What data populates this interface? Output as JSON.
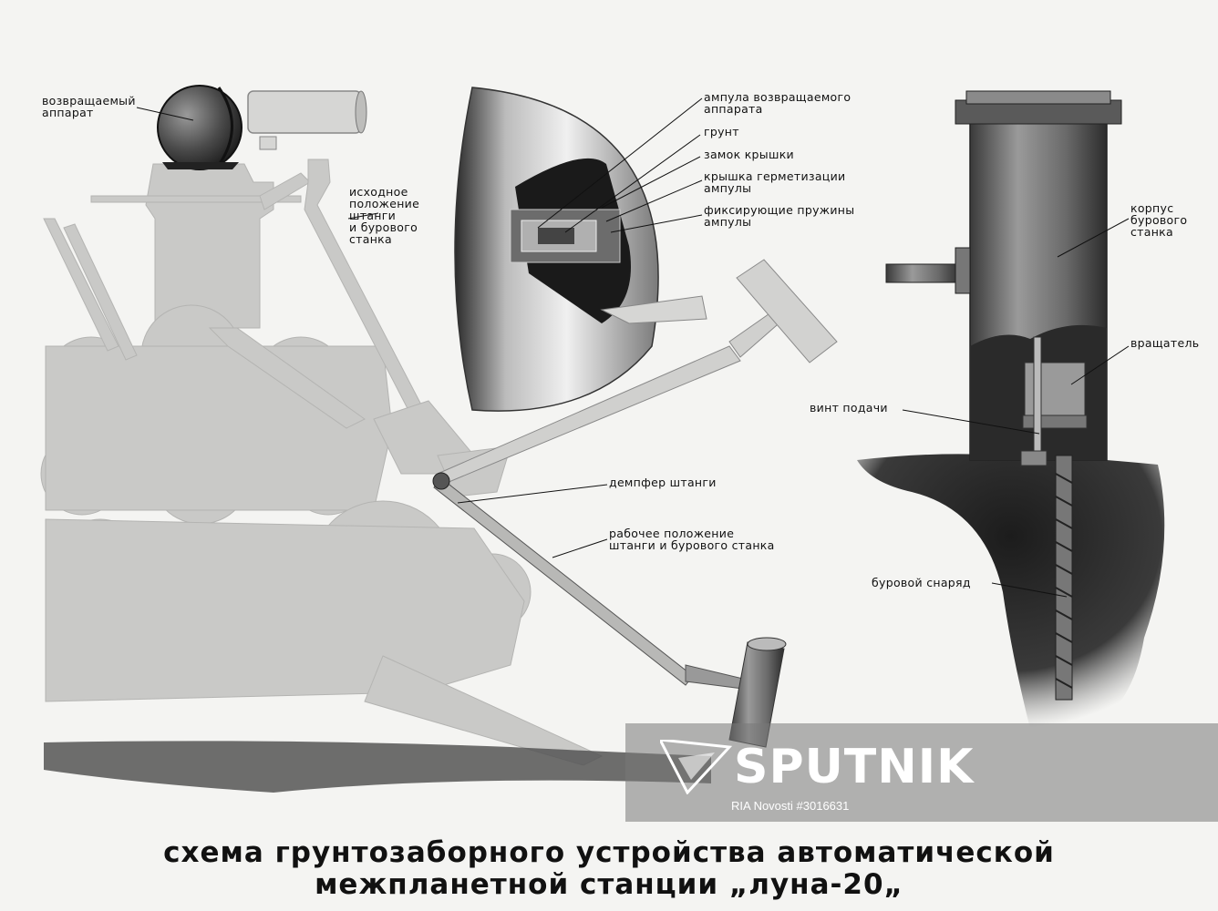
{
  "labels": {
    "vozvrashchaemy": "возвращаемый\nаппарат",
    "iskhodnoe": "исходное\nположение\nштанги\nи бурового\nстанка",
    "ampula": "ампула возвращаемого\nаппарата",
    "grunt": "грунт",
    "zamok": "замок крышки",
    "kryshka": "крышка герметизации\nампулы",
    "pruzhiny": "фиксирующие пружины\nампулы",
    "korpus": "корпус\nбурового\nстанка",
    "vrashchatel": "вращатель",
    "vint": "винт подачи",
    "dempfer": "демпфер штанги",
    "rabochee": "рабочее положение\nштанги и бурового станка",
    "burovoy": "буровой снаряд"
  },
  "title": {
    "line1": "схема грунтозаборного устройства автоматической",
    "line2": "межпланетной станции „луна-20„"
  },
  "watermark": {
    "logo": "SPUTNIK",
    "credit": "RIA Novosti #3016631"
  }
}
